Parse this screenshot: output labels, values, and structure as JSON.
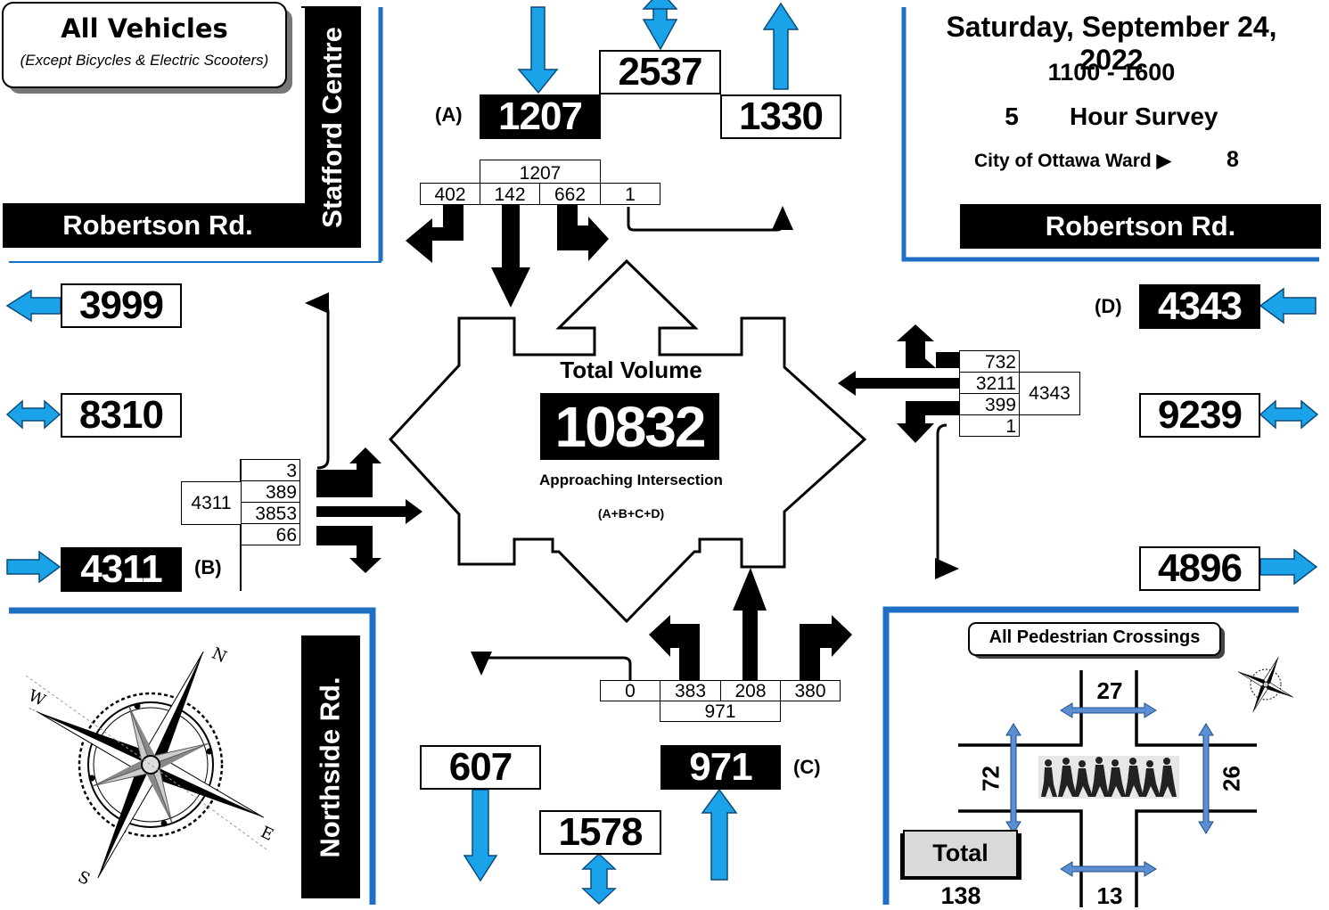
{
  "header": {
    "title": "All Vehicles",
    "subtitle": "(Except Bicycles & Electric Scooters)",
    "date": "Saturday, September 24, 2022",
    "time_range": "1100 - 1600",
    "survey_hours": "5",
    "survey_label": "Hour Survey",
    "ward_label": "City of Ottawa Ward ▶",
    "ward_number": "8"
  },
  "streets": {
    "nw_road": "Robertson Rd.",
    "nw_side": "Stafford Centre",
    "ne_road": "Robertson Rd.",
    "sw_side": "Northside Rd."
  },
  "center": {
    "title": "Total Volume",
    "total": "10832",
    "subtitle": "Approaching Intersection",
    "formula": "(A+B+C+D)"
  },
  "north": {
    "label": "(A)",
    "approach": "1207",
    "total": "2537",
    "departing": "1330",
    "movements": {
      "total": "1207",
      "right": "402",
      "through": "142",
      "left": "662",
      "uturn": "1"
    }
  },
  "west": {
    "label": "(B)",
    "departing": "3999",
    "total": "8310",
    "approach": "4311",
    "movements": {
      "total": "4311",
      "uturn": "3",
      "left": "389",
      "through": "3853",
      "right": "66"
    }
  },
  "east": {
    "label": "(D)",
    "approach": "4343",
    "total": "9239",
    "departing": "4896",
    "movements": {
      "total": "4343",
      "right": "732",
      "through": "3211",
      "left": "399",
      "uturn": "1"
    }
  },
  "south": {
    "label": "(C)",
    "departing": "607",
    "total": "1578",
    "approach": "971",
    "movements": {
      "total": "971",
      "uturn": "0",
      "left": "383",
      "through": "208",
      "right": "380"
    }
  },
  "pedestrians": {
    "title": "All Pedestrian Crossings",
    "north": "27",
    "west": "72",
    "east": "26",
    "south": "13",
    "total_label": "Total",
    "total": "138"
  },
  "compass": {
    "n": "N",
    "e": "E",
    "s": "S",
    "w": "W"
  },
  "colors": {
    "flow_arrow": "#1aa3e8",
    "black": "#000000",
    "divider": "#1f6fc5"
  }
}
